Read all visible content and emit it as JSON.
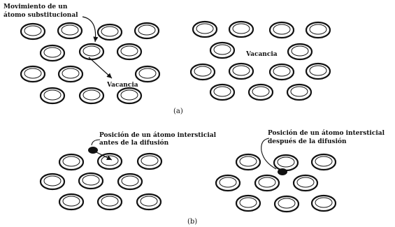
{
  "panel_a": {
    "label": "(a)",
    "substitutional_note_line1": "Movimiento de un",
    "substitutional_note_line2": "átomo substitucional",
    "vacancy_before": "Vacancia",
    "vacancy_after": "Vacancia"
  },
  "panel_b": {
    "label": "(b)",
    "before_note_line1": "Posición de un átomo intersticial",
    "before_note_line2": "antes de la difusión",
    "after_note_line1": "Posición de un átomo intersticial",
    "after_note_line2": "después de la difusión"
  },
  "colors": {
    "ink": "#111111",
    "background": "#ffffff"
  }
}
